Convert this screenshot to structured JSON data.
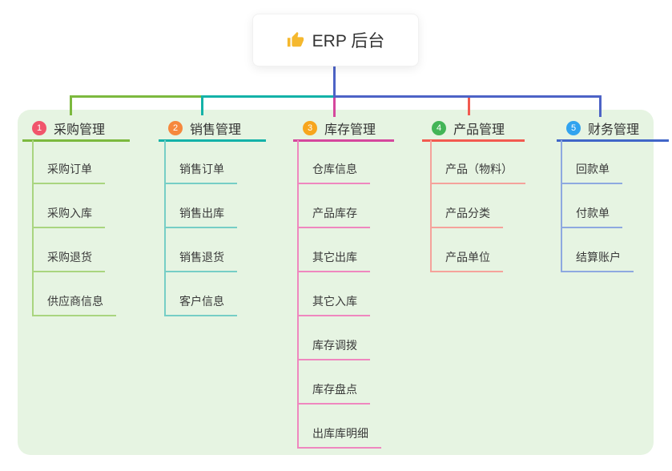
{
  "root": {
    "label": "ERP 后台",
    "icon": "thumbs-up-icon",
    "card_bg": "#ffffff"
  },
  "connector_color": "#4d63c6",
  "panel_bg": "#e6f4e2",
  "text_color": "#333333",
  "branches": [
    {
      "num": "1",
      "title": "采购管理",
      "badge_color": "#f1556c",
      "line_color": "#7cb93e",
      "subline_color": "#a9d57f",
      "children": [
        "采购订单",
        "采购入库",
        "采购退货",
        "供应商信息"
      ]
    },
    {
      "num": "2",
      "title": "销售管理",
      "badge_color": "#f6883d",
      "line_color": "#14b2a8",
      "subline_color": "#76cec6",
      "children": [
        "销售订单",
        "销售出库",
        "销售退货",
        "客户信息"
      ]
    },
    {
      "num": "3",
      "title": "库存管理",
      "badge_color": "#f7a51d",
      "line_color": "#d5479d",
      "subline_color": "#ef87bf",
      "children": [
        "仓库信息",
        "产品库存",
        "其它出库",
        "其它入库",
        "库存调拨",
        "库存盘点",
        "出库库明细"
      ]
    },
    {
      "num": "4",
      "title": "产品管理",
      "badge_color": "#43b557",
      "line_color": "#f25a50",
      "subline_color": "#f5a29b",
      "children": [
        "产品（物料）",
        "产品分类",
        "产品单位"
      ]
    },
    {
      "num": "5",
      "title": "财务管理",
      "badge_color": "#31a3ef",
      "line_color": "#4166c8",
      "subline_color": "#8ea9e0",
      "children": [
        "回款单",
        "付款单",
        "结算账户"
      ]
    }
  ]
}
